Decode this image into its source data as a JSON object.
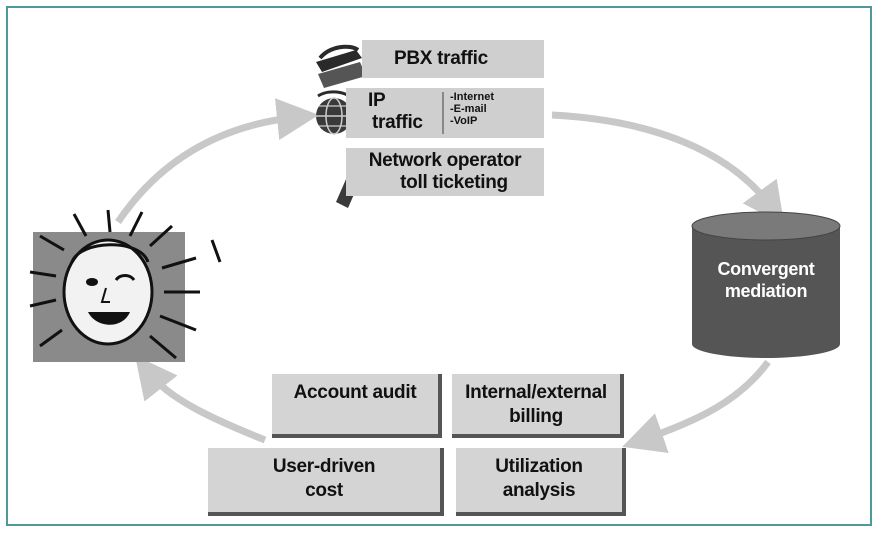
{
  "colors": {
    "frame_border": "#4e9a9a",
    "box_fill": "#cfcfcf",
    "arrow": "#c8c8c8",
    "database_fill": "#555555"
  },
  "icons": {
    "pbx": "telephone-icon",
    "ip": "globe-icon",
    "operator": "mobile-phone-icon",
    "user": "smiling-face-icon"
  },
  "sources": {
    "pbx": "PBX traffic",
    "ip_line1": "IP",
    "ip_line2": "traffic",
    "ip_items": [
      "-Internet",
      "-E-mail",
      "-VoIP"
    ],
    "operator_line1": "Network operator",
    "operator_line2": "toll ticketing"
  },
  "mediation": {
    "line1": "Convergent",
    "line2": "mediation"
  },
  "outputs": {
    "account_audit": "Account audit",
    "billing_line1": "Internal/external",
    "billing_line2": "billing",
    "user_cost_line1": "User-driven",
    "user_cost_line2": "cost",
    "utilization_line1": "Utilization",
    "utilization_line2": "analysis"
  }
}
